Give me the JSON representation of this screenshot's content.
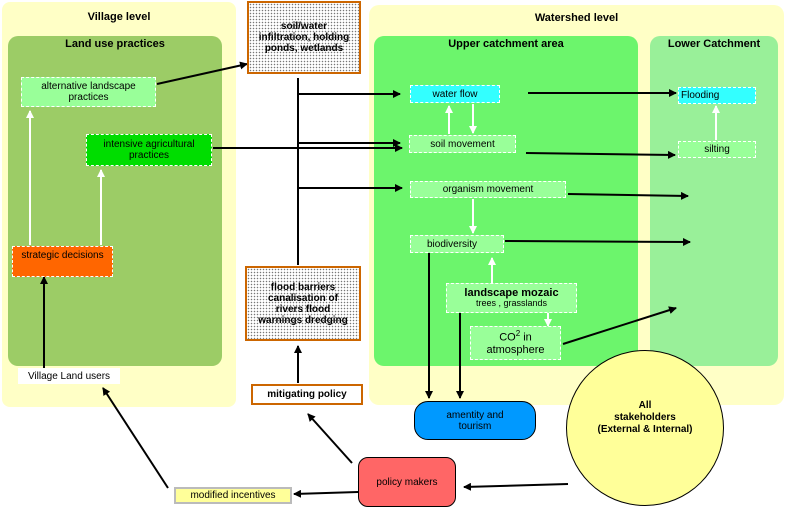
{
  "panels": {
    "village": {
      "title": "Village level",
      "color": "#ffffc6"
    },
    "land_use": {
      "title": "Land use practices",
      "color": "#9ccc66"
    },
    "watershed": {
      "title": "Watershed level",
      "color": "#ffffc6"
    },
    "upper": {
      "title": "Upper catchment area",
      "color": "#6cf56c"
    },
    "lower": {
      "title": "Lower Catchment",
      "color": "#99f099"
    }
  },
  "nodes": {
    "alt_landscape": "alternative landscape practices",
    "intensive_ag": "intensive agricultural practices",
    "strategic": "strategic decisions",
    "village_users": "Village Land users",
    "soil_water": "soil/water infiltration, holding ponds, wetlands",
    "flood_barriers": "flood barriers canalisation of rivers flood warnings dredging",
    "mitigating": "mitigating policy",
    "water_flow": "water flow",
    "soil_movement": "soil movement",
    "organism": "organism movement",
    "biodiversity": "biodiversity",
    "mozaic_title": "landscape mozaic",
    "mozaic_sub": "trees , grasslands",
    "co2_main": "CO",
    "co2_sup": "2",
    "co2_tail": " in",
    "co2_line2": "atmosphere",
    "flooding": "flooding",
    "silting": "silting",
    "amenity": "amentity and tourism",
    "stakeholders_l1": "All",
    "stakeholders_l2": "stakeholders",
    "stakeholders_l3": "(External & Internal)",
    "policy_makers": "policy makers",
    "modified": "modified incentives"
  },
  "colors": {
    "orange": "#ff6600",
    "bright_green": "#00dd00",
    "cyan": "#33ffff",
    "blue": "#0099ff",
    "yellow_circle": "#ffff99",
    "policy_red": "#ff6666",
    "brown_border": "#cc6600"
  }
}
